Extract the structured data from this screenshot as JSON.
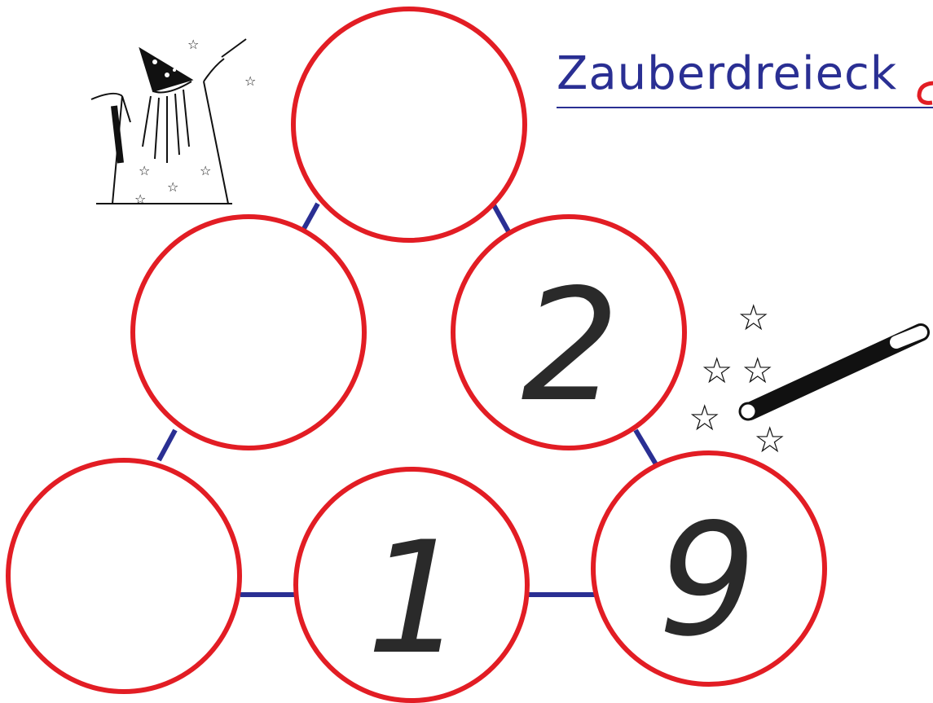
{
  "title": "Zauberdreieck",
  "colors": {
    "circle": "#e21d24",
    "line": "#2a2f93",
    "number": "#2a2a2a",
    "title": "#2a2f93"
  },
  "icons": [
    "wizard-illustration",
    "magic-wand-illustration",
    "stars"
  ],
  "circles": [
    {
      "id": "top",
      "value": ""
    },
    {
      "id": "middle-left",
      "value": ""
    },
    {
      "id": "middle-right",
      "value": "2"
    },
    {
      "id": "bottom-left",
      "value": ""
    },
    {
      "id": "bottom-middle",
      "value": "1"
    },
    {
      "id": "bottom-right",
      "value": "9"
    }
  ]
}
